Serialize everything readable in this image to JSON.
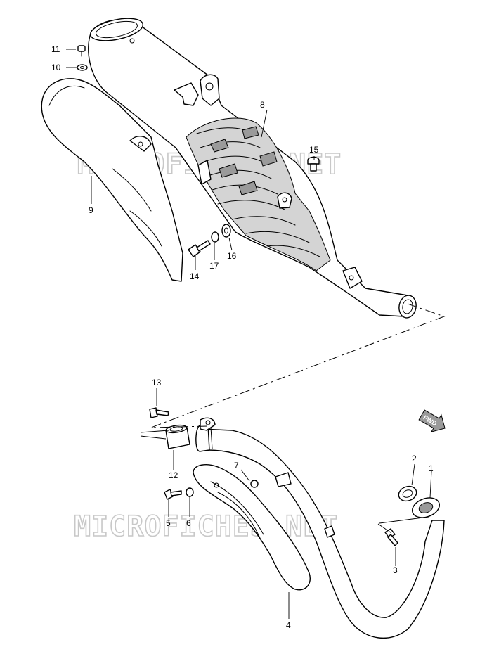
{
  "watermark": "MICROFICHES.NET",
  "callouts": [
    "1",
    "2",
    "3",
    "4",
    "5",
    "6",
    "7",
    "8",
    "9",
    "10",
    "11",
    "12",
    "13",
    "14",
    "15",
    "16",
    "17"
  ],
  "fwd_label": "FWD"
}
